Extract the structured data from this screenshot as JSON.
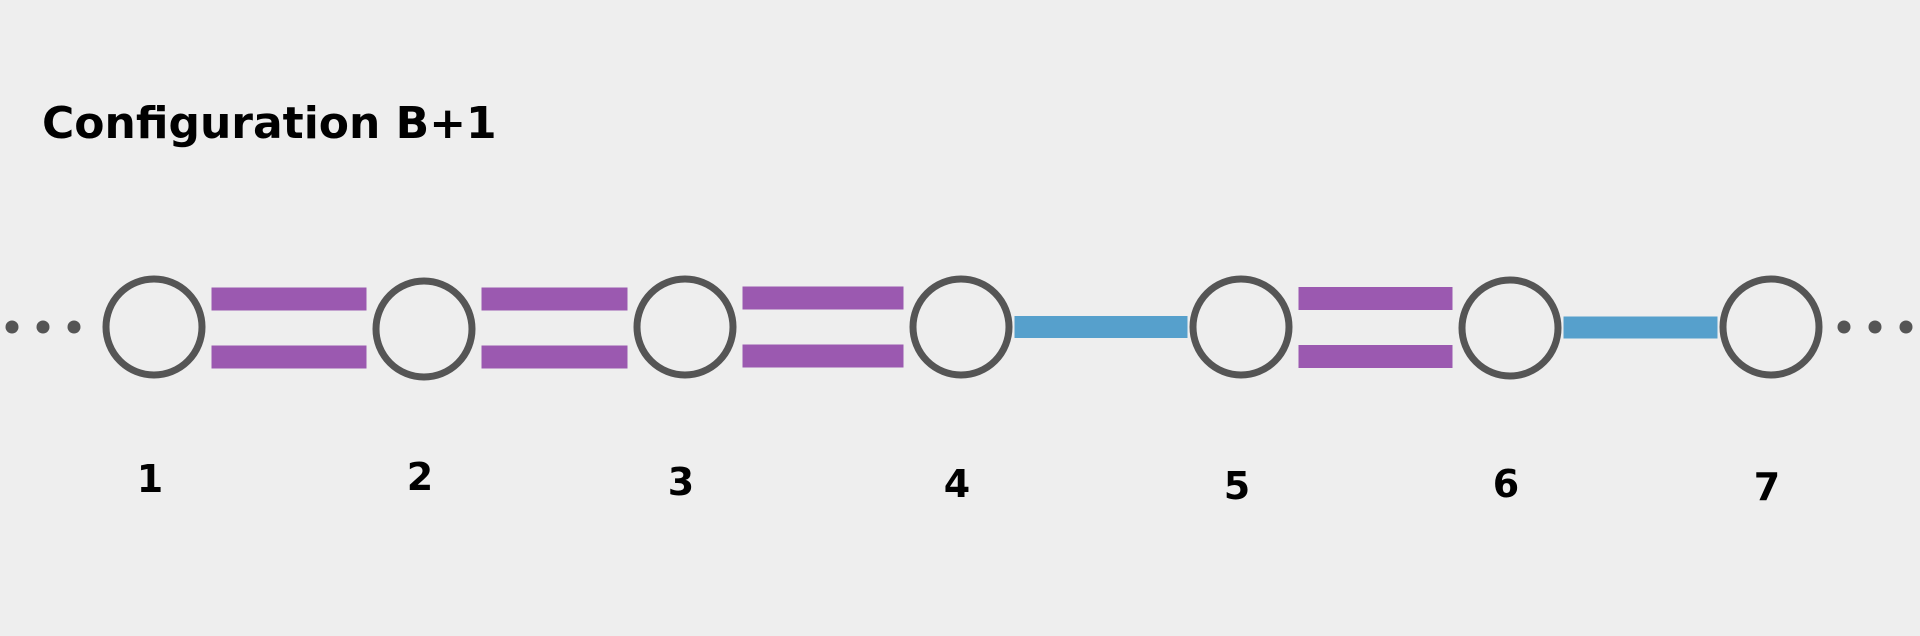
{
  "title": "Configuration B+1",
  "colors": {
    "background": "#eeeeee",
    "node_stroke": "#555555",
    "node_fill": "#eeeeee",
    "double_bond": "#9b59b0",
    "single_bond": "#56a0cc",
    "ellipsis": "#555555"
  },
  "nodes": [
    {
      "id": 1,
      "label": "1"
    },
    {
      "id": 2,
      "label": "2"
    },
    {
      "id": 3,
      "label": "3"
    },
    {
      "id": 4,
      "label": "4"
    },
    {
      "id": 5,
      "label": "5"
    },
    {
      "id": 6,
      "label": "6"
    },
    {
      "id": 7,
      "label": "7"
    }
  ],
  "links": [
    {
      "from": 1,
      "to": 2,
      "type": "double"
    },
    {
      "from": 2,
      "to": 3,
      "type": "double"
    },
    {
      "from": 3,
      "to": 4,
      "type": "double"
    },
    {
      "from": 4,
      "to": 5,
      "type": "single"
    },
    {
      "from": 5,
      "to": 6,
      "type": "double"
    },
    {
      "from": 6,
      "to": 7,
      "type": "single"
    }
  ],
  "continues_left": true,
  "continues_right": true
}
